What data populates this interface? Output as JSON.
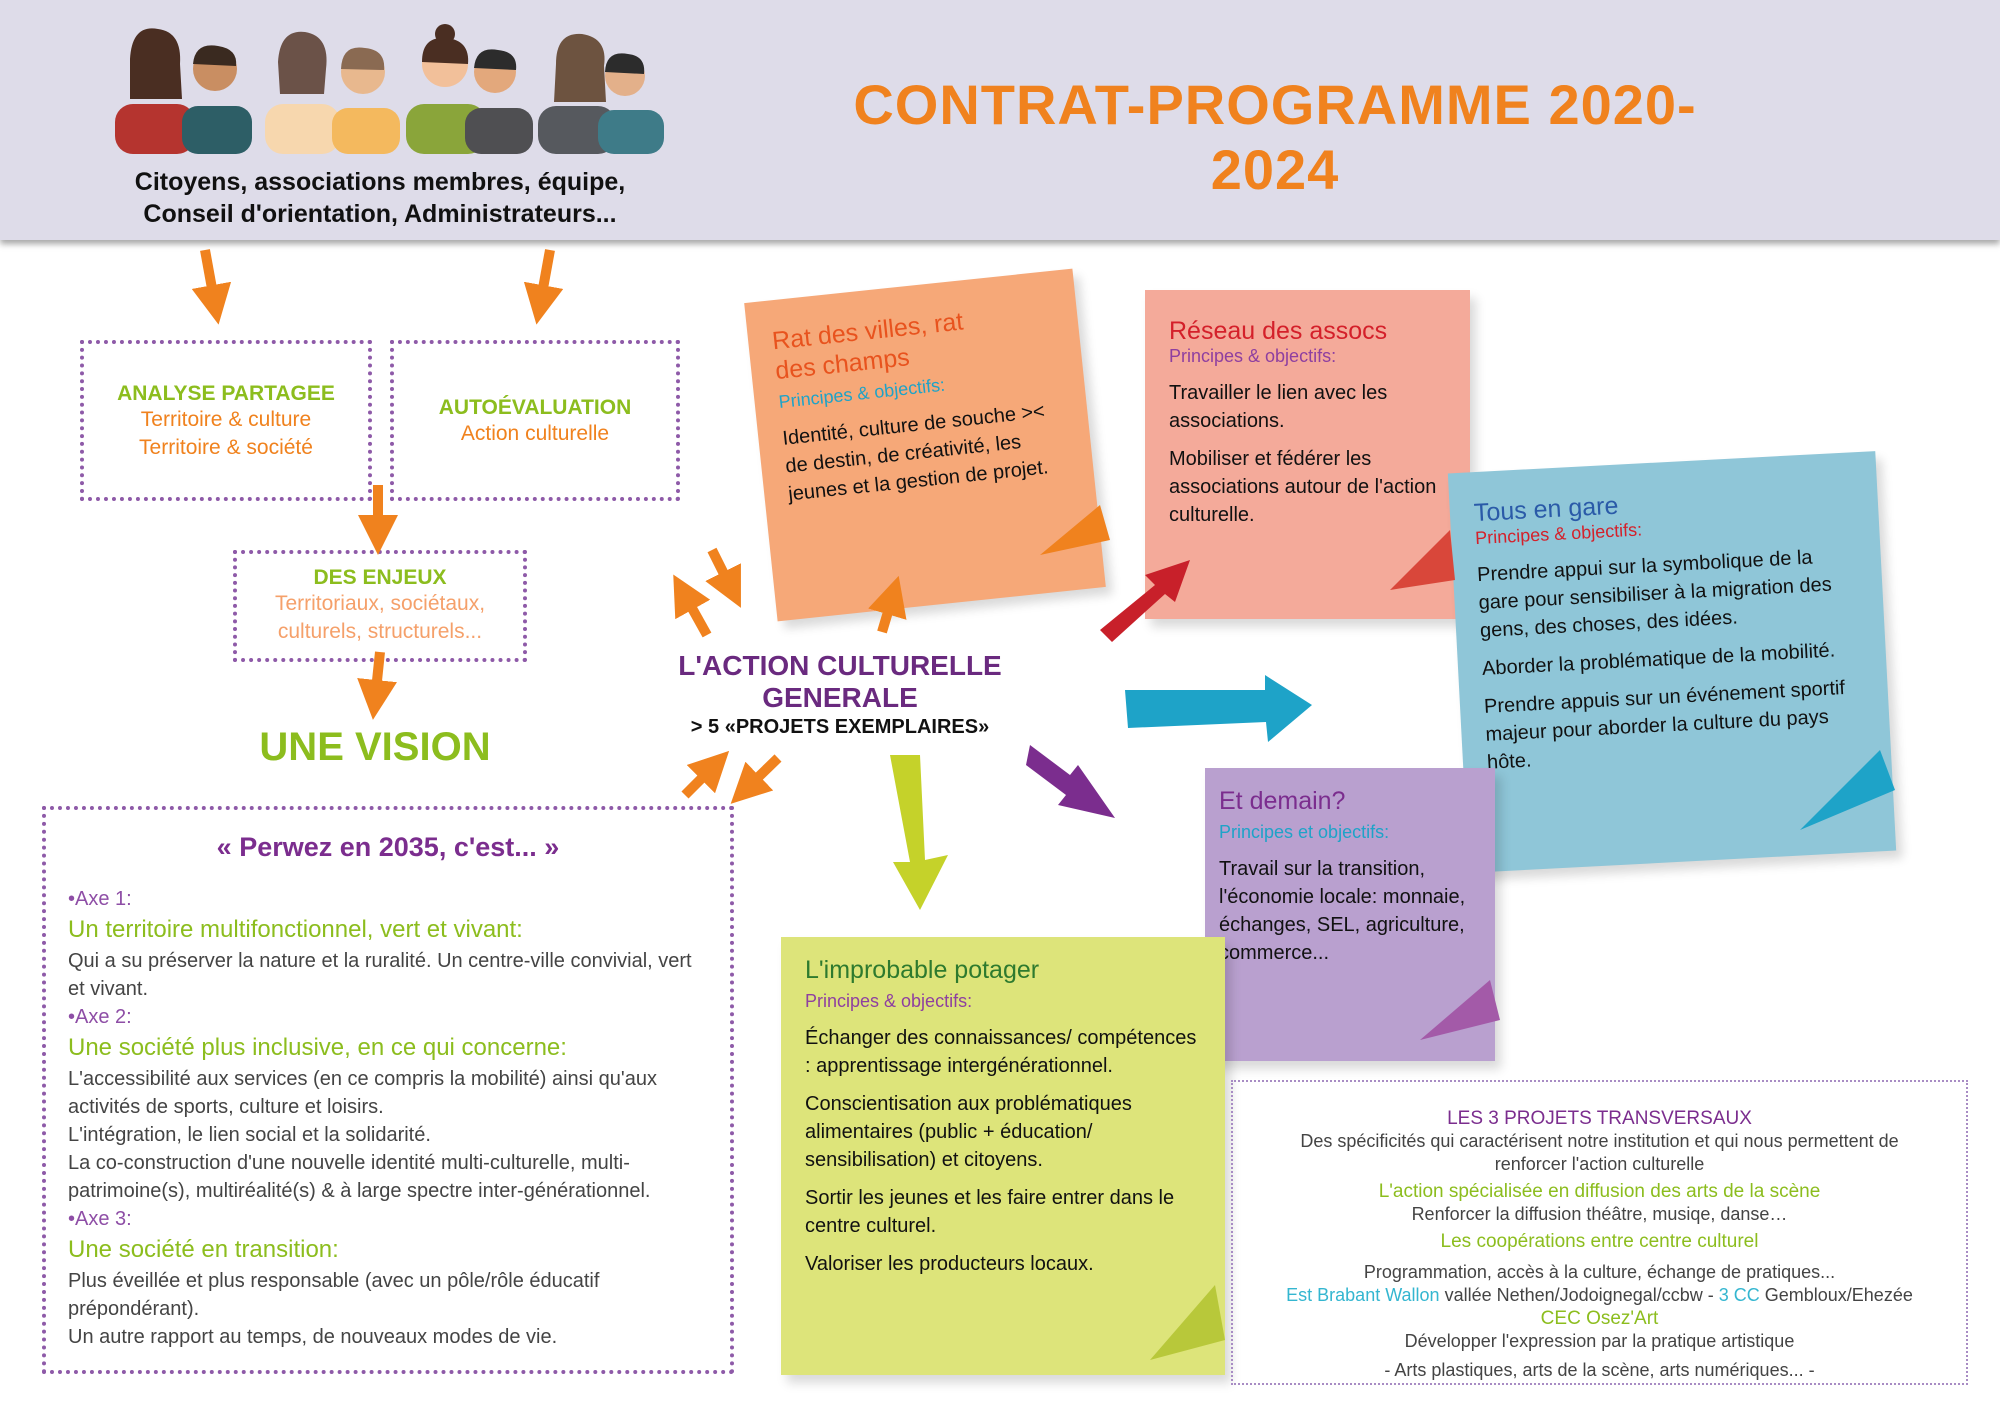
{
  "header": {
    "caption": [
      "Citoyens, associations membres, équipe,",
      "Conseil d'orientation, Administrateurs..."
    ],
    "title": "CONTRAT-PROGRAMME 2020-2024"
  },
  "analyse": {
    "title": "ANALYSE PARTAGEE",
    "lines": [
      "Territoire & culture",
      "Territoire & société"
    ]
  },
  "autoeval": {
    "title": "AUTOÉVALUATION",
    "lines": [
      "Action culturelle"
    ]
  },
  "enjeux": {
    "title": "DES ENJEUX",
    "lines": [
      "Territoriaux, sociétaux,",
      "culturels, structurels..."
    ]
  },
  "vision": "UNE VISION",
  "perwez": {
    "title": "« Perwez en 2035, c'est... »",
    "axes": [
      {
        "label": "•Axe 1:",
        "heading": "Un territoire multifonctionnel, vert et vivant:",
        "body": [
          "Qui a su préserver la nature et la ruralité. Un centre-ville convivial, vert et vivant."
        ]
      },
      {
        "label": "•Axe 2:",
        "heading": "Une société plus inclusive, en ce qui concerne:",
        "body": [
          "L'accessibilité aux services (en ce compris la mobilité) ainsi qu'aux activités de sports, culture et loisirs.",
          "L'intégration, le lien social et la solidarité.",
          "La co-construction d'une nouvelle identité multi-culturelle, multi-patrimoine(s), multiréalité(s) & à large spectre inter-générationnel."
        ]
      },
      {
        "label": "•Axe 3:",
        "heading": "Une société en transition:",
        "body": [
          "Plus éveillée et plus responsable (avec un pôle/rôle éducatif prépondérant).",
          "Un autre rapport au temps, de nouveaux modes  de vie."
        ]
      }
    ]
  },
  "center": {
    "title": "L'ACTION CULTURELLE GENERALE",
    "subtitle": "> 5 «PROJETS EXEMPLAIRES»"
  },
  "notes": {
    "rat": {
      "title": "Rat des villes, rat des champs",
      "sub": "Principes & objectifs:",
      "body": [
        "Identité, culture de souche >< de destin, de créativité, les jeunes et la gestion de projet."
      ]
    },
    "reseau": {
      "title": "Réseau des assocs",
      "sub": "Principes & objectifs:",
      "body": [
        "Travailler le lien avec les associations.",
        "Mobiliser et fédérer les associations autour de l'action culturelle."
      ]
    },
    "gare": {
      "title": "Tous en gare",
      "sub": "Principes & objectifs:",
      "body": [
        "Prendre appui sur la symbolique de la gare pour sensibiliser à la migration des gens, des choses, des idées.",
        "Aborder la problématique de la mobilité.",
        "Prendre appuis sur un événement sportif majeur pour aborder la culture du pays hôte."
      ]
    },
    "demain": {
      "title": "Et demain?",
      "sub": "Principes et objectifs:",
      "body": [
        "Travail sur la transition, l'économie locale: monnaie, échanges, SEL, agriculture, commerce..."
      ]
    },
    "potager": {
      "title": "L'improbable potager",
      "sub": "Principes & objectifs:",
      "body": [
        "Échanger des connaissances/ compétences : apprentissage intergénérationnel.",
        "Conscientisation aux problématiques alimentaires (public + éducation/ sensibilisation) et citoyens.",
        "Sortir les jeunes et les faire entrer dans le centre culturel.",
        "Valoriser les producteurs locaux."
      ]
    }
  },
  "transversaux": {
    "title": "LES 3 PROJETS TRANSVERSAUX",
    "intro": "Des spécificités qui caractérisent notre institution et qui nous permettent de renforcer l'action culturelle",
    "p1_title": "L'action spécialisée en diffusion des arts de la scène",
    "p1_body": "Renforcer la diffusion théâtre, musiqe, danse…",
    "p2_title": "Les coopérations entre centre culturel",
    "p2_body": "Programmation, accès à la culture, échange de pratiques...",
    "p2_a": "Est Brabant Wallon",
    "p2_b": " vallée Nethen/Jodoignegal/ccbw - ",
    "p2_c": "3 CC",
    "p2_d": " Gembloux/Ehezée",
    "p3_title": "CEC Osez'Art",
    "p3_body": "Développer l'expression par la pratique artistique",
    "p3_list": "- Arts plastiques, arts de la scène, arts numériques... -"
  },
  "colors": {
    "orange": "#f0821e",
    "green": "#8cbd1e",
    "purple": "#6a2a7f",
    "header_bg": "#dedce9"
  }
}
